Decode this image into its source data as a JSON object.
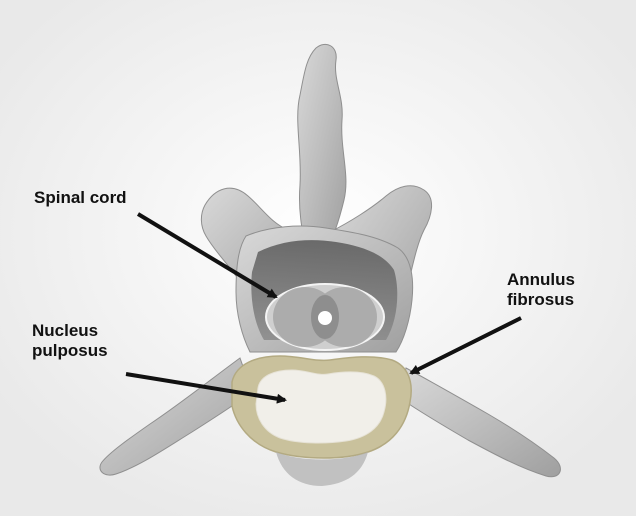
{
  "labels": {
    "spinal_cord": "Spinal cord",
    "nucleus_pulposus": "Nucleus\npulposus",
    "annulus_fibrosus": "Annulus\nfibrosus"
  },
  "colors": {
    "annulus": "#c9c19c",
    "nucleus": "#f1efe9",
    "spinal_cord_outer": "#cfcfcf",
    "spinal_cord_inner": "#9a9a9a",
    "arrow": "#111111"
  }
}
